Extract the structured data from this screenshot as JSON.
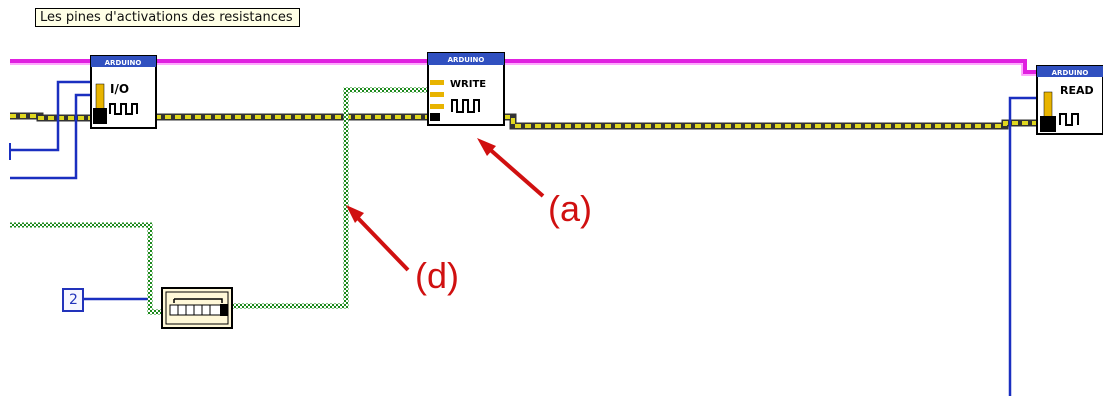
{
  "comment": "Les pines d'activations des resistances",
  "constant": "2",
  "vis": {
    "io": {
      "header": "ARDUINO",
      "label": "I/O"
    },
    "write": {
      "header": "ARDUINO",
      "label": "WRITE"
    },
    "read": {
      "header": "ARDUINO",
      "label": "READ"
    }
  },
  "annotations": {
    "a": "(a)",
    "d": "(d)"
  },
  "colors": {
    "wire_blue": "#1a2fc0",
    "wire_pink": "#e020e0",
    "wire_green": "#1c8a1c",
    "wire_yellow": "#d8d020",
    "annotation_red": "#d01010"
  }
}
